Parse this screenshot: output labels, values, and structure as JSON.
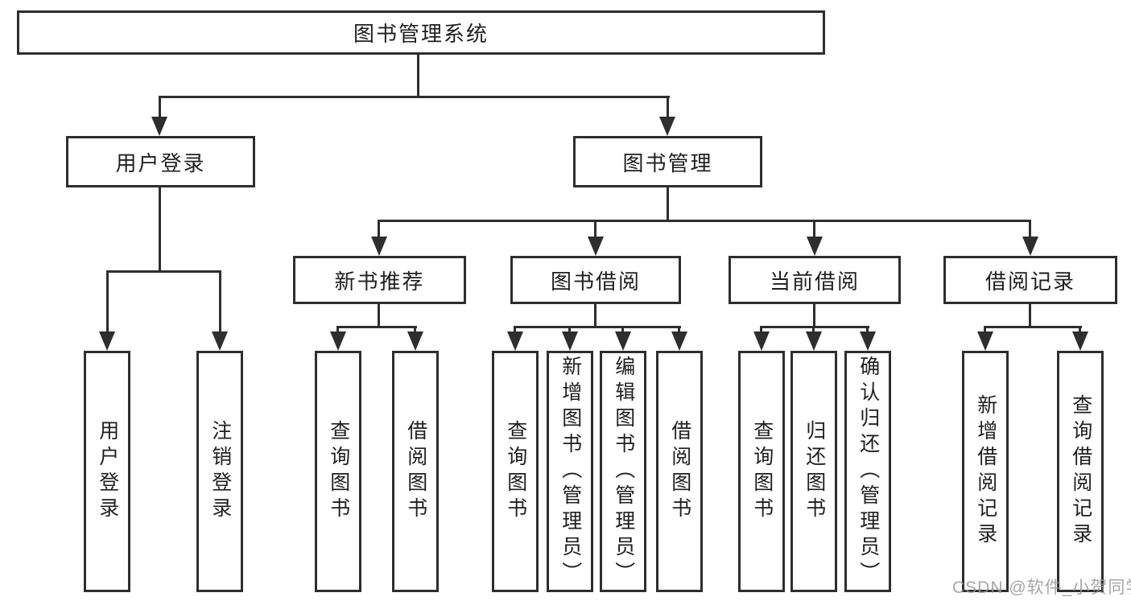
{
  "root": {
    "label": "图书管理系统"
  },
  "level2": {
    "user_login": {
      "label": "用户登录"
    },
    "book_management": {
      "label": "图书管理"
    }
  },
  "level3": {
    "new_book_recommend": {
      "label": "新书推荐"
    },
    "book_borrow": {
      "label": "图书借阅"
    },
    "current_borrow": {
      "label": "当前借阅"
    },
    "borrow_record": {
      "label": "借阅记录"
    }
  },
  "leaves": {
    "user_login": [
      "用户登录",
      "注销登录"
    ],
    "new_book_recommend": [
      "查询图书",
      "借阅图书"
    ],
    "book_borrow": [
      "查询图书",
      "新增图书（管理员）",
      "编辑图书（管理员）",
      "借阅图书"
    ],
    "current_borrow": [
      "查询图书",
      "归还图书",
      "确认归还（管理员）"
    ],
    "borrow_record": [
      "新增借阅记录",
      "查询借阅记录"
    ]
  },
  "watermark": {
    "text": "CSDN @软件_小贺同学"
  },
  "colors": {
    "line": "#2e2e2e",
    "text": "#1f1f1f",
    "background": "#ffffff",
    "watermark": "#969696"
  }
}
